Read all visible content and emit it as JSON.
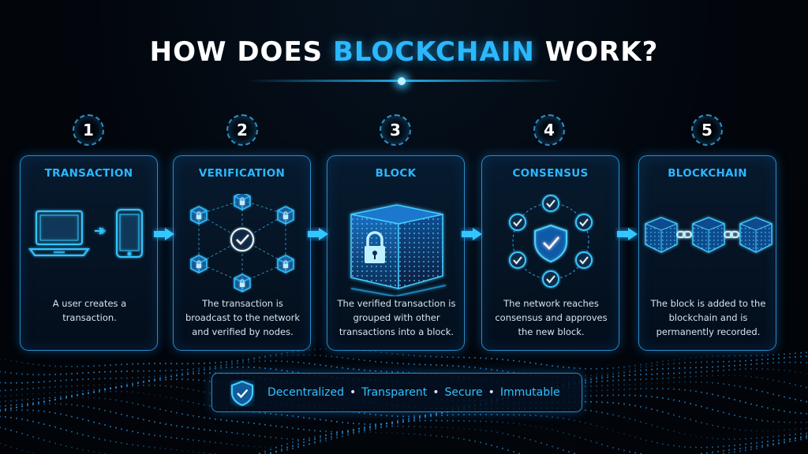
{
  "title": {
    "prefix": "HOW DOES ",
    "accent": "BLOCKCHAIN",
    "suffix": " WORK?"
  },
  "steps": [
    {
      "number": "1",
      "title": "TRANSACTION",
      "desc": "A user creates a transaction.",
      "icon": "laptop-to-phone-icon"
    },
    {
      "number": "2",
      "title": "VERIFICATION",
      "desc": "The transaction is broadcast to the network and verified by nodes.",
      "icon": "network-nodes-icon"
    },
    {
      "number": "3",
      "title": "BLOCK",
      "desc": "The verified transaction is grouped with other transactions into a block.",
      "icon": "locked-cube-icon"
    },
    {
      "number": "4",
      "title": "CONSENSUS",
      "desc": "The network reaches consensus and approves the new block.",
      "icon": "shield-consensus-icon"
    },
    {
      "number": "5",
      "title": "BLOCKCHAIN",
      "desc": "The block is added to the blockchain and is permanently recorded.",
      "icon": "chained-blocks-icon"
    }
  ],
  "footer": {
    "icon": "shield-check-icon",
    "items": [
      "Decentralized",
      "Transparent",
      "Secure",
      "Immutable"
    ],
    "separator": "•"
  },
  "colors": {
    "accent": "#2ab8ff",
    "background": "#02060c",
    "border": "#32aaf0"
  }
}
